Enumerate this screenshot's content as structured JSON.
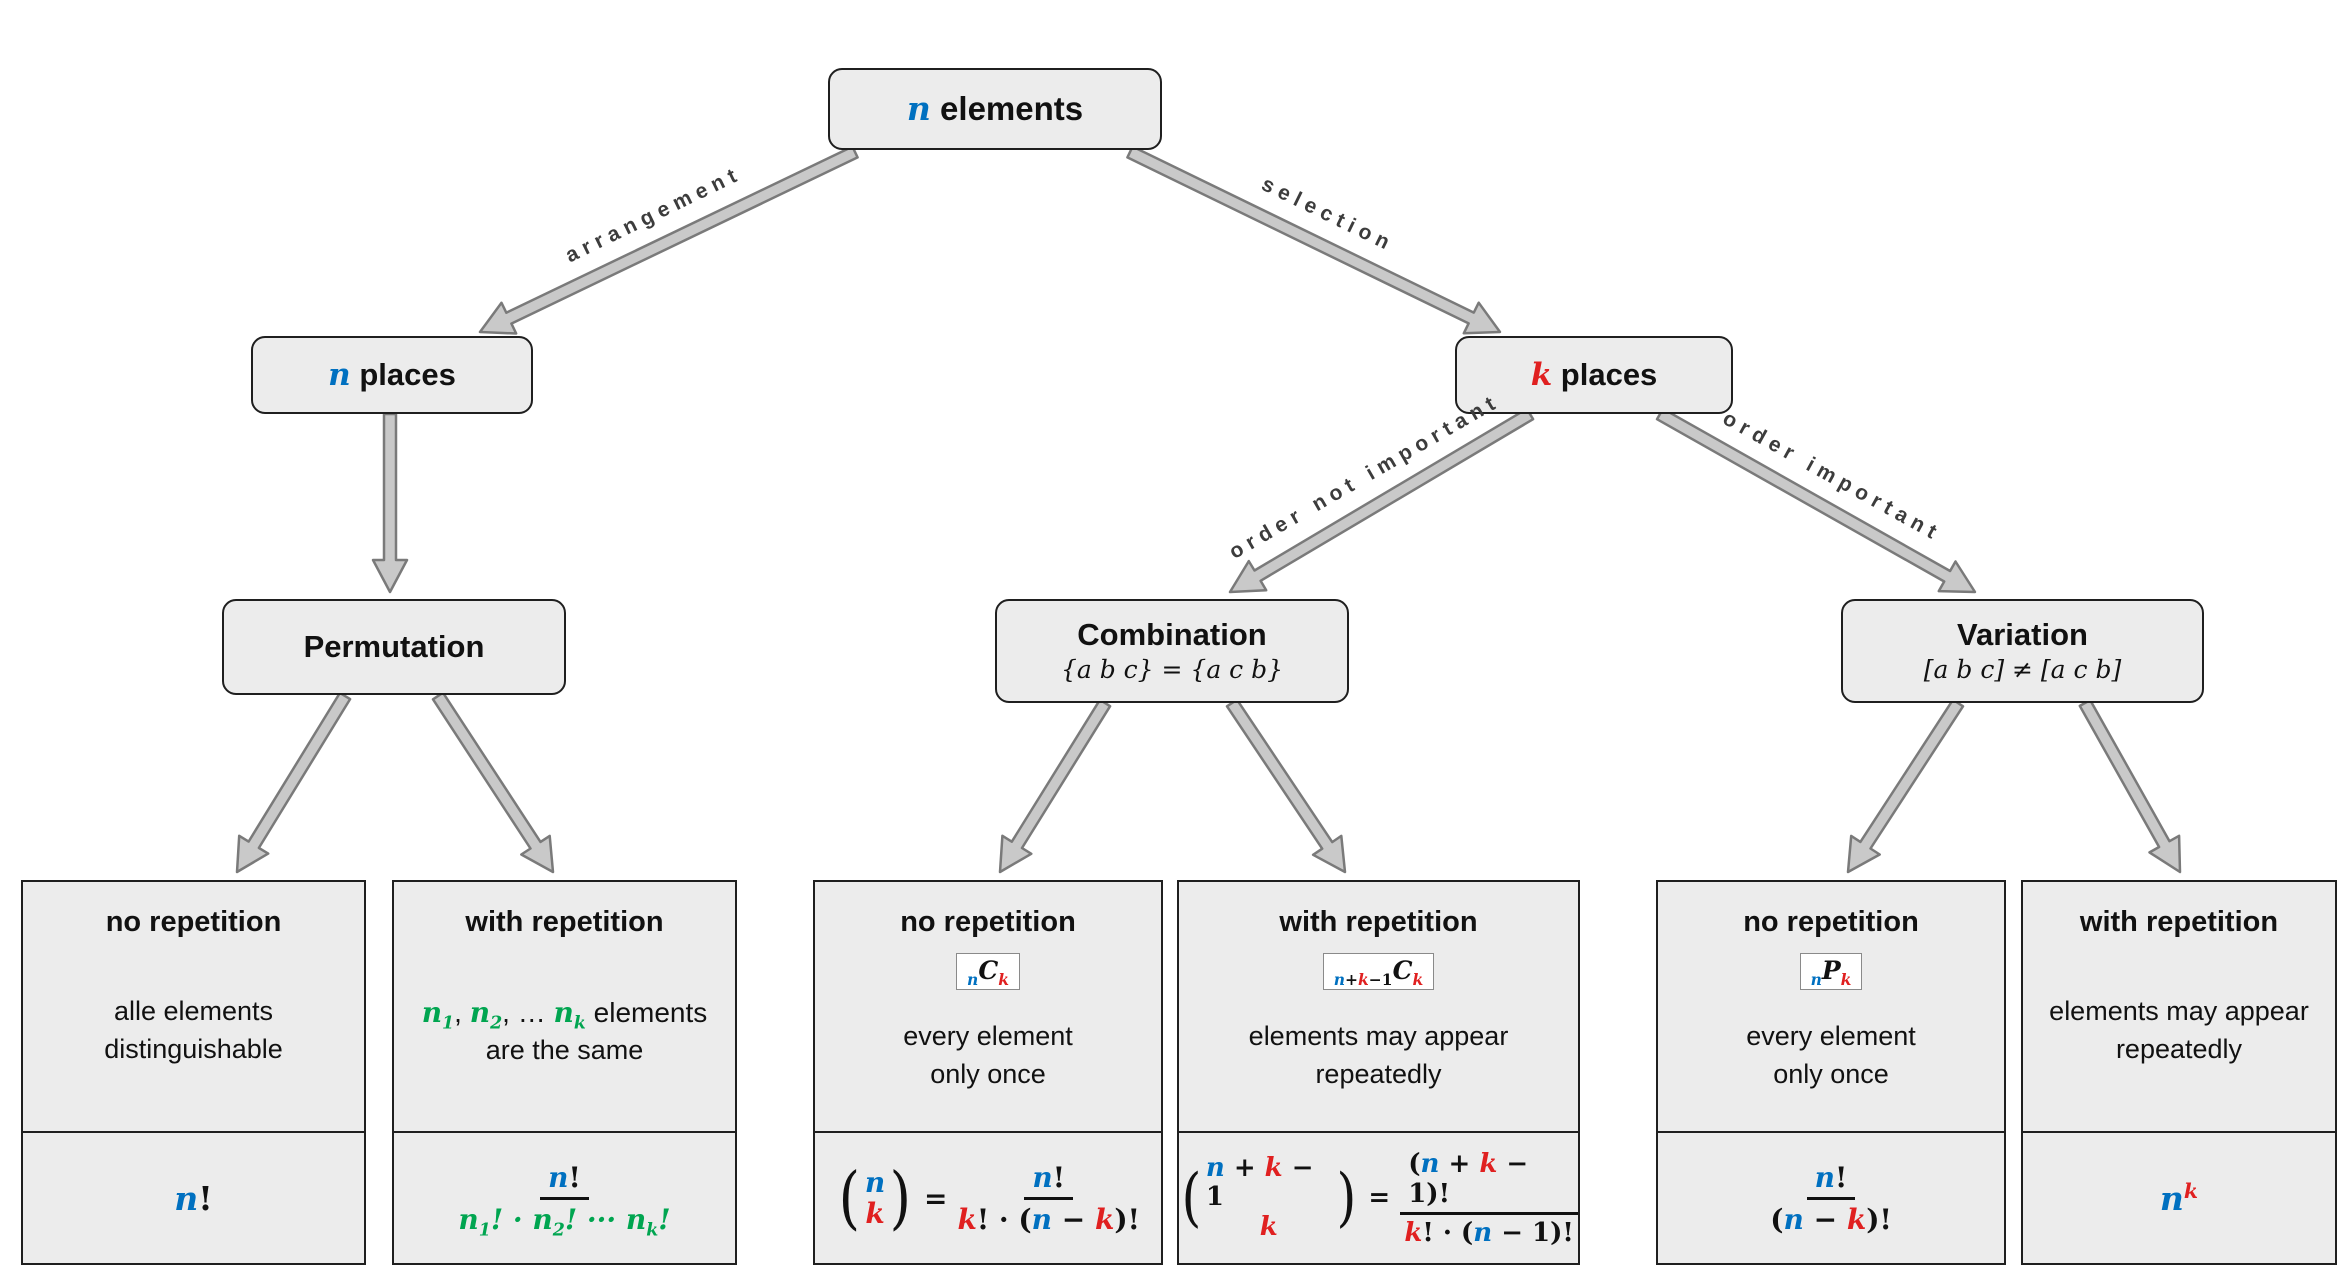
{
  "colors": {
    "blue": "#0070C0",
    "red": "#E02020",
    "green": "#00A550",
    "box_fill": "#ECECEC",
    "arrow_fill": "#C9C9C9",
    "arrow_stroke": "#7A7A7A",
    "edge_label": "#3C3C3C",
    "text": "#111111"
  },
  "nodes": {
    "root": {
      "tokens": [
        {
          "t": "n",
          "c": "b"
        },
        {
          "t": " elements",
          "c": "h"
        }
      ]
    },
    "n_places": {
      "tokens": [
        {
          "t": "n",
          "c": "b"
        },
        {
          "t": " places",
          "c": "h"
        }
      ]
    },
    "k_places": {
      "tokens": [
        {
          "t": "k",
          "c": "r"
        },
        {
          "t": " places",
          "c": "h"
        }
      ]
    },
    "permutation": {
      "title": "Permutation"
    },
    "combination": {
      "title": "Combination",
      "subtitle": "{a b c} = {a c b}"
    },
    "variation": {
      "title": "Variation",
      "subtitle": "[a b c] ≠ [a c b]"
    }
  },
  "edges": {
    "arrangement": "arrangement",
    "selection": "selection",
    "order_not_important": "order not important",
    "order_important": "order important"
  },
  "leaves": [
    {
      "heading": "no repetition",
      "body_line1": "alle elements",
      "body_line2": "distinguishable",
      "formula_inline": [
        {
          "t": "n",
          "c": "b"
        },
        {
          "t": "!",
          "c": "o"
        }
      ]
    },
    {
      "heading": "with repetition",
      "body_rich1": [
        {
          "t": "n",
          "c": "g"
        },
        {
          "t": "1",
          "c": "g",
          "s": "sub"
        },
        {
          "t": ", ",
          "c": "t"
        },
        {
          "t": "n",
          "c": "g"
        },
        {
          "t": "2",
          "c": "g",
          "s": "sub"
        },
        {
          "t": ", … ",
          "c": "t"
        },
        {
          "t": "n",
          "c": "g"
        },
        {
          "t": "k",
          "c": "g",
          "s": "sub"
        },
        {
          "t": " elements",
          "c": "t"
        }
      ],
      "body_line2": "are the same",
      "formula_frac": {
        "num": [
          {
            "t": "n",
            "c": "b"
          },
          {
            "t": "!",
            "c": "o"
          }
        ],
        "den": [
          {
            "t": "n",
            "c": "g"
          },
          {
            "t": "1",
            "c": "g",
            "s": "sub"
          },
          {
            "t": "! · ",
            "c": "g"
          },
          {
            "t": "n",
            "c": "g"
          },
          {
            "t": "2",
            "c": "g",
            "s": "sub"
          },
          {
            "t": "! ··· ",
            "c": "g"
          },
          {
            "t": "n",
            "c": "g"
          },
          {
            "t": "k",
            "c": "g",
            "s": "sub"
          },
          {
            "t": "!",
            "c": "g"
          }
        ]
      }
    },
    {
      "heading": "no repetition",
      "badge": [
        {
          "t": "n",
          "c": "b",
          "s": "sub"
        },
        {
          "t": "C",
          "c": "oi"
        },
        {
          "t": "k",
          "c": "r",
          "s": "sub"
        }
      ],
      "body_line1": "every element",
      "body_line2": "only once",
      "formula_binom": {
        "po": "(",
        "pc": ")",
        "top": [
          {
            "t": "n",
            "c": "b"
          }
        ],
        "bottom": [
          {
            "t": "k",
            "c": "r"
          }
        ],
        "eq": "=",
        "num": [
          {
            "t": "n",
            "c": "b"
          },
          {
            "t": "!",
            "c": "o"
          }
        ],
        "den": [
          {
            "t": "k",
            "c": "r"
          },
          {
            "t": "! · (",
            "c": "o"
          },
          {
            "t": "n",
            "c": "b"
          },
          {
            "t": " − ",
            "c": "o"
          },
          {
            "t": "k",
            "c": "r"
          },
          {
            "t": ")!",
            "c": "o"
          }
        ]
      }
    },
    {
      "heading": "with repetition",
      "badge": [
        {
          "t": "n",
          "c": "b",
          "s": "sub"
        },
        {
          "t": "+",
          "c": "o",
          "s": "sub"
        },
        {
          "t": "k",
          "c": "r",
          "s": "sub"
        },
        {
          "t": "−1",
          "c": "o",
          "s": "sub"
        },
        {
          "t": "C",
          "c": "oi"
        },
        {
          "t": "k",
          "c": "r",
          "s": "sub"
        }
      ],
      "body_line1": "elements may appear",
      "body_line2": "repeatedly",
      "formula_binom": {
        "po": "(",
        "pc": ")",
        "top": [
          {
            "t": "n",
            "c": "b"
          },
          {
            "t": " + ",
            "c": "o"
          },
          {
            "t": "k",
            "c": "r"
          },
          {
            "t": " − 1",
            "c": "o"
          }
        ],
        "bottom": [
          {
            "t": "k",
            "c": "r"
          }
        ],
        "eq": "=",
        "num": [
          {
            "t": "(",
            "c": "o"
          },
          {
            "t": "n",
            "c": "b"
          },
          {
            "t": " + ",
            "c": "o"
          },
          {
            "t": "k",
            "c": "r"
          },
          {
            "t": " − 1",
            "c": "o"
          },
          {
            "t": ")!",
            "c": "o"
          }
        ],
        "den": [
          {
            "t": "k",
            "c": "r"
          },
          {
            "t": "! · (",
            "c": "o"
          },
          {
            "t": "n",
            "c": "b"
          },
          {
            "t": " − 1)!",
            "c": "o"
          }
        ]
      }
    },
    {
      "heading": "no repetition",
      "badge": [
        {
          "t": "n",
          "c": "b",
          "s": "sub"
        },
        {
          "t": "P",
          "c": "oi"
        },
        {
          "t": "k",
          "c": "r",
          "s": "sub"
        }
      ],
      "body_line1": "every element",
      "body_line2": "only once",
      "formula_frac": {
        "num": [
          {
            "t": "n",
            "c": "b"
          },
          {
            "t": "!",
            "c": "o"
          }
        ],
        "den": [
          {
            "t": "(",
            "c": "o"
          },
          {
            "t": "n",
            "c": "b"
          },
          {
            "t": " − ",
            "c": "o"
          },
          {
            "t": "k",
            "c": "r"
          },
          {
            "t": ")!",
            "c": "o"
          }
        ]
      }
    },
    {
      "heading": "with repetition",
      "body_line1": "elements may appear",
      "body_line2": "repeatedly",
      "formula_inline": [
        {
          "t": "n",
          "c": "b"
        },
        {
          "t": "k",
          "c": "r",
          "s": "sup"
        }
      ]
    }
  ]
}
